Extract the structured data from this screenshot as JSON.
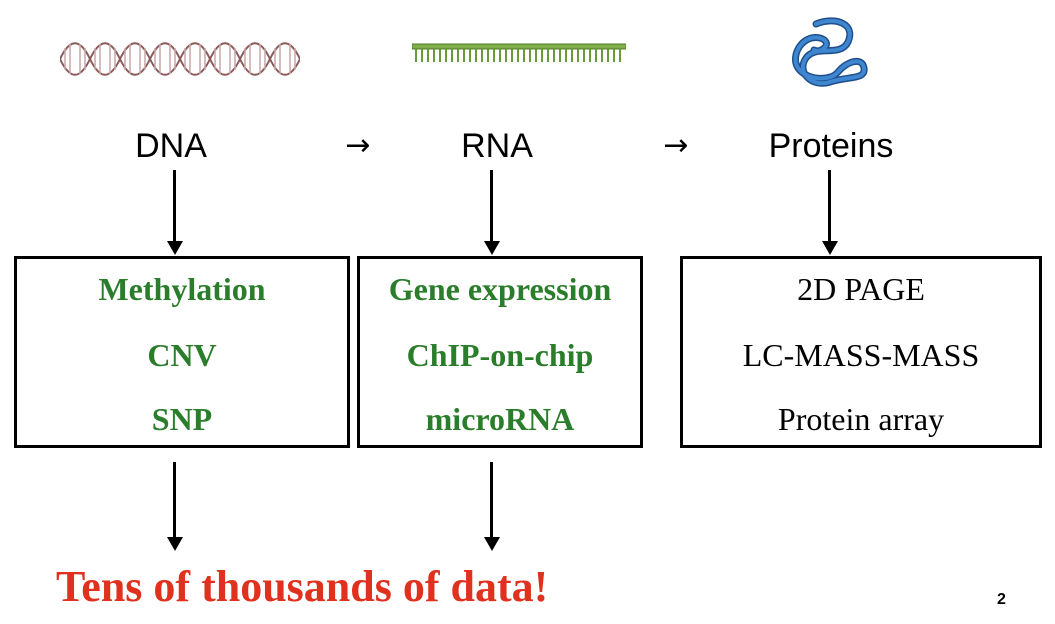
{
  "columns": [
    {
      "header": "DNA",
      "icon": "dna-helix-icon",
      "items": [
        "Methylation",
        "CNV",
        "SNP"
      ],
      "item_style": "green-bold"
    },
    {
      "header": "RNA",
      "icon": "rna-strand-icon",
      "items": [
        "Gene expression",
        "ChIP-on-chip",
        "microRNA"
      ],
      "item_style": "green-bold"
    },
    {
      "header": "Proteins",
      "icon": "protein-fold-icon",
      "items": [
        "2D PAGE",
        "LC-MASS-MASS",
        "Protein array"
      ],
      "item_style": "black-regular"
    }
  ],
  "flow_arrows": [
    "→",
    "→"
  ],
  "footer": {
    "text": "Tens of thousands of data!",
    "color": "#e0301e"
  },
  "page_number": "2",
  "colors": {
    "green_text": "#2a7d2a",
    "dna_strand": "#b08a8a",
    "rna_strand": "#6b9a3a",
    "protein": "#2f6fb0"
  }
}
